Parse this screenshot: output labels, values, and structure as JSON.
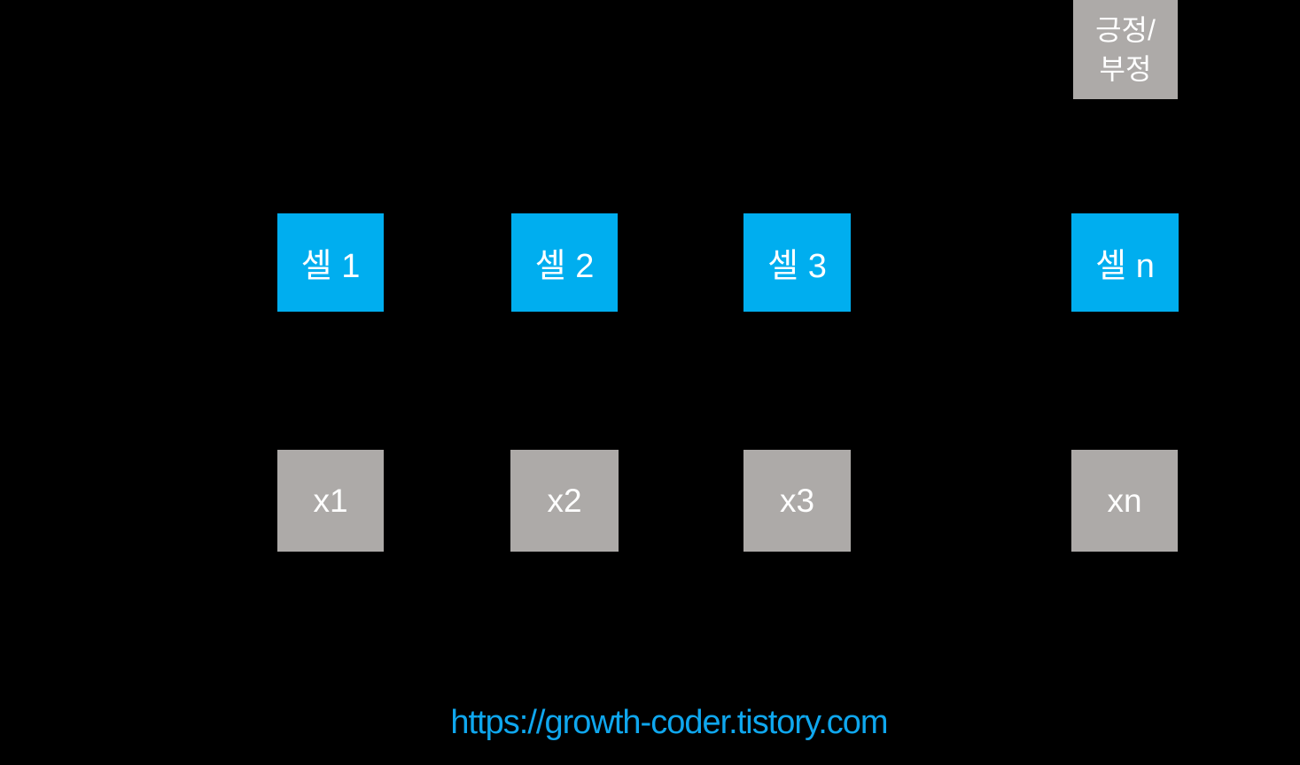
{
  "colors": {
    "background": "#000000",
    "cell_fill": "#00AEEF",
    "input_fill": "#ADAAA8",
    "output_fill": "#ADAAA8",
    "box_text": "#FFFFFF",
    "url_text": "#0FA7EE"
  },
  "diagram": {
    "output_box": {
      "line1": "긍정/",
      "line2": "부정"
    },
    "cells": [
      {
        "label": "셀 1"
      },
      {
        "label": "셀 2"
      },
      {
        "label": "셀 3"
      },
      {
        "label": "셀 n"
      }
    ],
    "inputs": [
      {
        "label": "x1"
      },
      {
        "label": "x2"
      },
      {
        "label": "x3"
      },
      {
        "label": "xn"
      }
    ]
  },
  "footer": {
    "url": "https://growth-coder.tistory.com"
  }
}
